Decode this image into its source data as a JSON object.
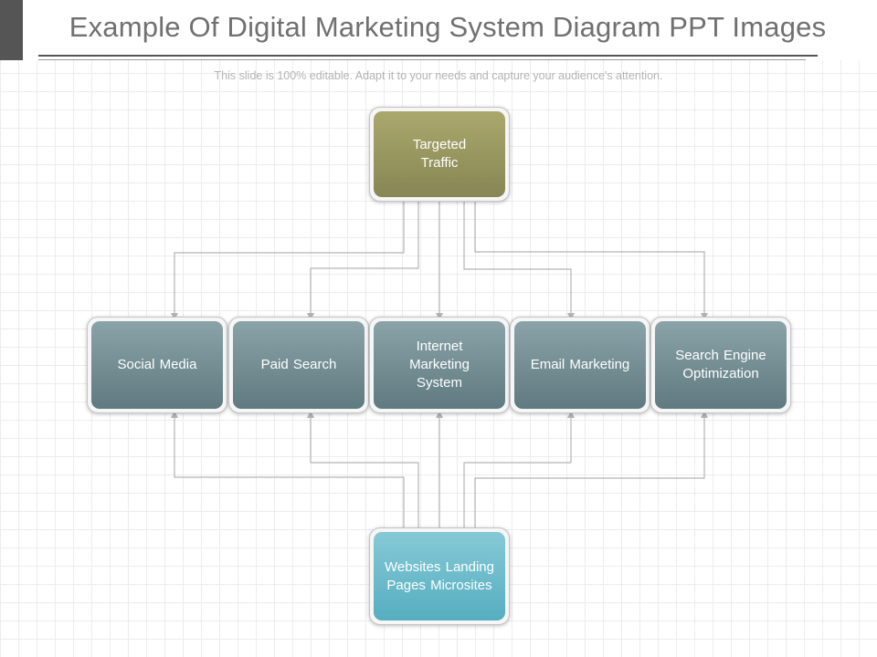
{
  "slide": {
    "title": "Example Of Digital Marketing System Diagram PPT Images",
    "subtitle": "This slide is 100% editable. Adapt it to your needs and capture your audience's attention."
  },
  "diagram": {
    "top_node": {
      "label": "Targeted Traffic",
      "color": "#9a9960"
    },
    "middle_nodes": [
      {
        "label": "Social Media"
      },
      {
        "label": "Paid Search"
      },
      {
        "label": "Internet Marketing System"
      },
      {
        "label": "Email Marketing"
      },
      {
        "label": "Search Engine Optimization"
      }
    ],
    "middle_color": "#738e94",
    "bottom_node": {
      "label": "Websites Landing Pages Microsites",
      "color": "#6cbccc"
    },
    "connector_color": "#b5b5b5"
  }
}
